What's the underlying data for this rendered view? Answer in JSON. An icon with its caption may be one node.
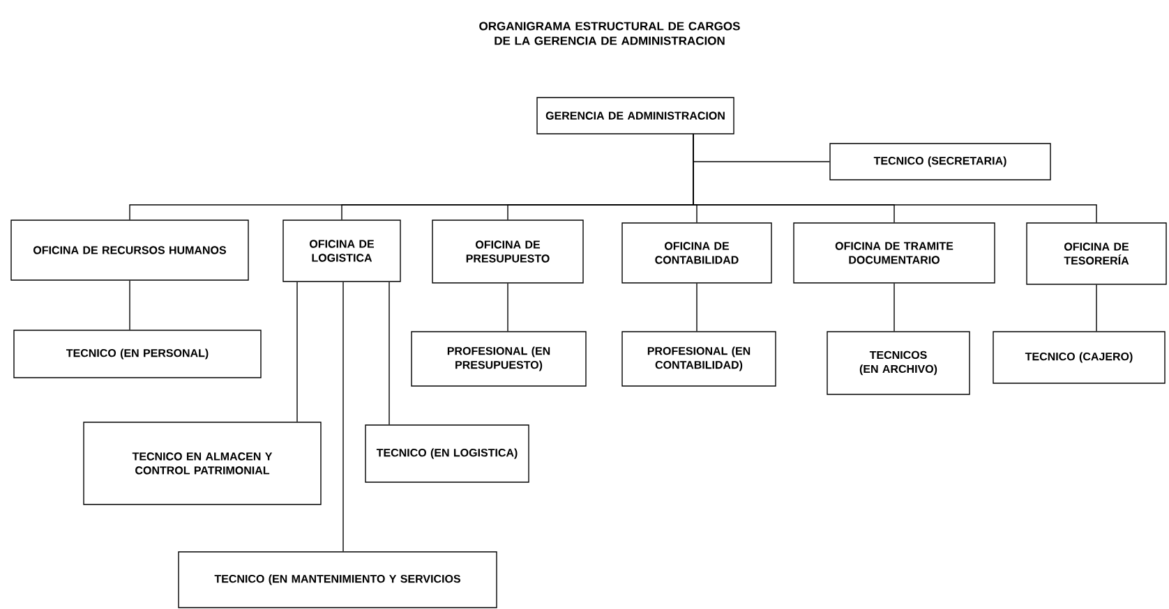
{
  "diagram": {
    "title": "ORGANIGRAMA ESTRUCTURAL DE CARGOS DE LA GERENCIA DE ADMINISTRACION",
    "nodes": [
      {
        "text": [
          "GERENCIA DE ADMINISTRACION"
        ]
      },
      {
        "text": [
          "TECNICO (SECRETARIA)"
        ]
      },
      {
        "text": [
          "OFICINA DE RECURSOS HUMANOS"
        ]
      },
      {
        "text": [
          "OFICINA DE LOGISTICA"
        ]
      },
      {
        "text": [
          "OFICINA DE PRESUPUESTO"
        ]
      },
      {
        "text": [
          "OFICINA DE CONTABILIDAD"
        ]
      },
      {
        "text": [
          "OFICINA DE TRAMITE DOCUMENTARIO"
        ]
      },
      {
        "text": [
          "OFICINA DE TESORERÍA"
        ]
      },
      {
        "text": [
          "TECNICO (EN PERSONAL)"
        ]
      },
      {
        "text": [
          "PROFESIONAL (EN PRESUPUESTO)"
        ]
      },
      {
        "text": [
          "PROFESIONAL (EN CONTABILIDAD)"
        ]
      },
      {
        "text": [
          "TECNICOS (EN ARCHIVO)"
        ]
      },
      {
        "text": [
          "TECNICO (CAJERO)"
        ]
      },
      {
        "text": [
          "TECNICO EN ALMACEN Y CONTROL PATRIMONIAL"
        ]
      },
      {
        "text": [
          "TECNICO (EN LOGISTICA)"
        ]
      },
      {
        "text": [
          "TECNICO (EN MANTENIMIENTO Y SERVICIOS"
        ]
      }
    ],
    "edges": [
      {
        "from": 0,
        "to": 1,
        "arrow": "none"
      },
      {
        "from": 0,
        "to": 2,
        "arrow": "none"
      },
      {
        "from": 0,
        "to": 3,
        "arrow": "none"
      },
      {
        "from": 0,
        "to": 4,
        "arrow": "none"
      },
      {
        "from": 0,
        "to": 5,
        "arrow": "none"
      },
      {
        "from": 0,
        "to": 6,
        "arrow": "none"
      },
      {
        "from": 0,
        "to": 7,
        "arrow": "none"
      },
      {
        "from": 2,
        "to": 8,
        "arrow": "none"
      },
      {
        "from": 3,
        "to": 13,
        "arrow": "none"
      },
      {
        "from": 3,
        "to": 15,
        "arrow": "none"
      },
      {
        "from": 3,
        "to": 14,
        "arrow": "none"
      },
      {
        "from": 4,
        "to": 9,
        "arrow": "none"
      },
      {
        "from": 5,
        "to": 10,
        "arrow": "none"
      },
      {
        "from": 6,
        "to": 11,
        "arrow": "none"
      },
      {
        "from": 7,
        "to": 12,
        "arrow": "none"
      }
    ]
  }
}
